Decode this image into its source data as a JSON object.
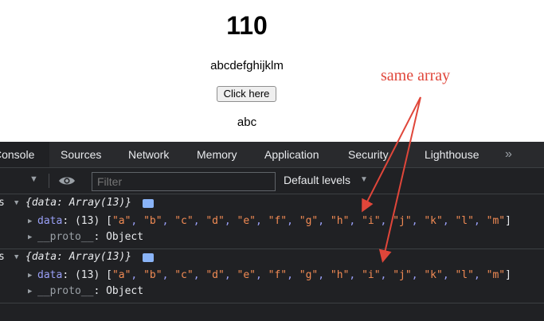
{
  "page": {
    "heading": "110",
    "letters": "abcdefghijklm",
    "button_label": "Click here",
    "result": "abc"
  },
  "annotation": {
    "text": "same array",
    "color": "#e0463a"
  },
  "devtools": {
    "tabs": [
      "Console",
      "Sources",
      "Network",
      "Memory",
      "Application",
      "Security",
      "Lighthouse"
    ],
    "overflow_glyph": "»",
    "active_tab": "Console",
    "filter_placeholder": "Filter",
    "levels_label": "Default levels",
    "messages": [
      {
        "prefix": "s",
        "summary": "{data: Array(13)}",
        "props": [
          {
            "key": "data",
            "colon": ":",
            "count": " (13) ",
            "items": [
              "a",
              "b",
              "c",
              "d",
              "e",
              "f",
              "g",
              "h",
              "i",
              "j",
              "k",
              "l",
              "m"
            ]
          },
          {
            "key": "__proto__",
            "colon": ":",
            "value": " Object"
          }
        ]
      },
      {
        "prefix": "s",
        "summary": "{data: Array(13)}",
        "props": [
          {
            "key": "data",
            "colon": ":",
            "count": " (13) ",
            "items": [
              "a",
              "b",
              "c",
              "d",
              "e",
              "f",
              "g",
              "h",
              "i",
              "j",
              "k",
              "l",
              "m"
            ]
          },
          {
            "key": "__proto__",
            "colon": ":",
            "value": " Object"
          }
        ]
      }
    ]
  }
}
